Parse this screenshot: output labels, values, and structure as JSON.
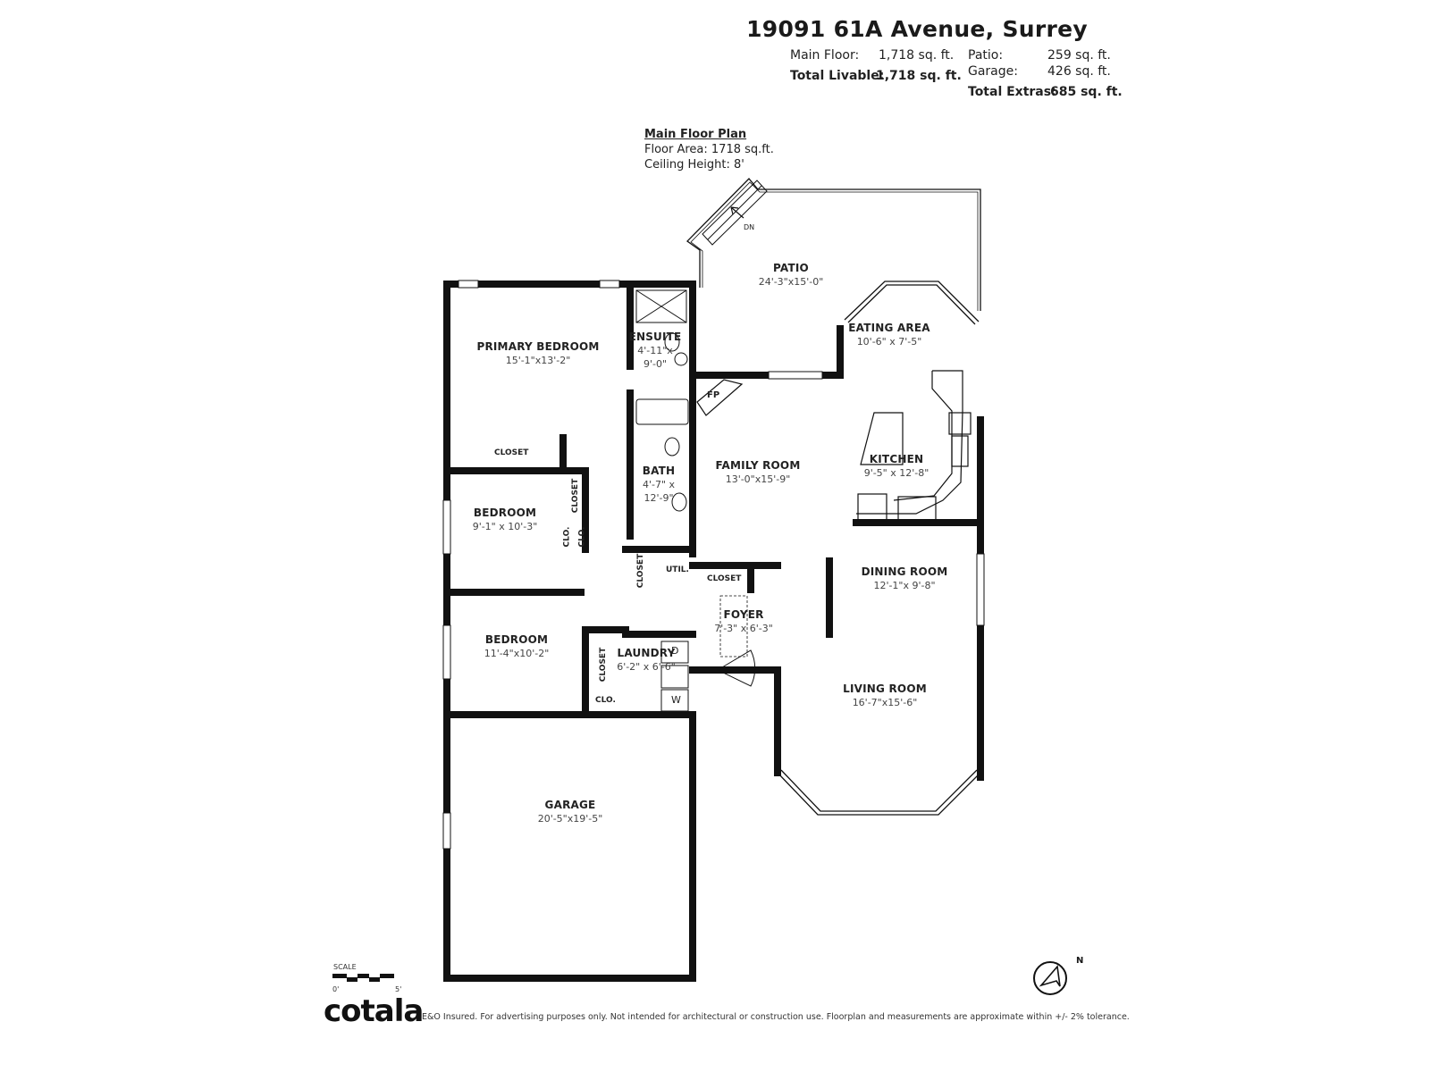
{
  "header": {
    "address": "19091 61A Avenue, Surrey",
    "main_floor_label": "Main Floor:",
    "main_floor_value": "1,718 sq. ft.",
    "total_livable_label": "Total Livable:",
    "total_livable_value": "1,718 sq. ft.",
    "patio_label": "Patio:",
    "patio_value": "259 sq. ft.",
    "garage_label": "Garage:",
    "garage_value": "426 sq. ft.",
    "total_extras_label": "Total Extras:",
    "total_extras_value": "685 sq. ft."
  },
  "plan_info": {
    "title": "Main Floor Plan",
    "floor_area": "Floor Area: 1718 sq.ft.",
    "ceiling_height": "Ceiling Height: 8'"
  },
  "rooms": {
    "patio": {
      "name": "PATIO",
      "dims": "24'-3\"x15'-0\""
    },
    "eating_area": {
      "name": "EATING AREA",
      "dims": "10'-6\" x 7'-5\""
    },
    "primary_bedroom": {
      "name": "PRIMARY BEDROOM",
      "dims": "15'-1\"x13'-2\""
    },
    "ensuite": {
      "name": "ENSUITE",
      "dims_line1": "4'-11\"x",
      "dims_line2": "9'-0\""
    },
    "family_room": {
      "name": "FAMILY ROOM",
      "dims": "13'-0\"x15'-9\""
    },
    "kitchen": {
      "name": "KITCHEN",
      "dims": "9'-5\" x 12'-8\""
    },
    "bath": {
      "name": "BATH",
      "dims_line1": "4'-7\" x",
      "dims_line2": "12'-9\""
    },
    "bedroom_2": {
      "name": "BEDROOM",
      "dims": "9'-1\" x 10'-3\""
    },
    "dining_room": {
      "name": "DINING ROOM",
      "dims": "12'-1\"x 9'-8\""
    },
    "foyer": {
      "name": "FOYER",
      "dims": "7'-3\" x 6'-3\""
    },
    "bedroom_3": {
      "name": "BEDROOM",
      "dims": "11'-4\"x10'-2\""
    },
    "laundry": {
      "name": "LAUNDRY",
      "dims": "6'-2\" x 6'-6\""
    },
    "living_room": {
      "name": "LIVING ROOM",
      "dims": "16'-7\"x15'-6\""
    },
    "garage": {
      "name": "GARAGE",
      "dims": "20'-5\"x19'-5\""
    }
  },
  "small_labels": {
    "closet_primary": "CLOSET",
    "closet_bed2": "CLOSET",
    "clo_a": "CLO.",
    "clo_b": "CLO.",
    "closet_hall": "CLOSET",
    "util": "UTIL.",
    "closet_foyer": "CLOSET",
    "closet_bed3": "CLOSET",
    "clo_laundry": "CLO.",
    "fp": "FP",
    "dn": "DN",
    "dryer": "D",
    "washer": "W"
  },
  "scale": {
    "label": "SCALE",
    "start": "0'",
    "end": "5'"
  },
  "compass": {
    "north": "N",
    "icon": "north-arrow-icon"
  },
  "footer": {
    "logo": "cotala",
    "disclaimer": "E&O Insured. For advertising purposes only. Not intended for architectural or construction use. Floorplan and measurements are approximate within +/- 2% tolerance."
  }
}
